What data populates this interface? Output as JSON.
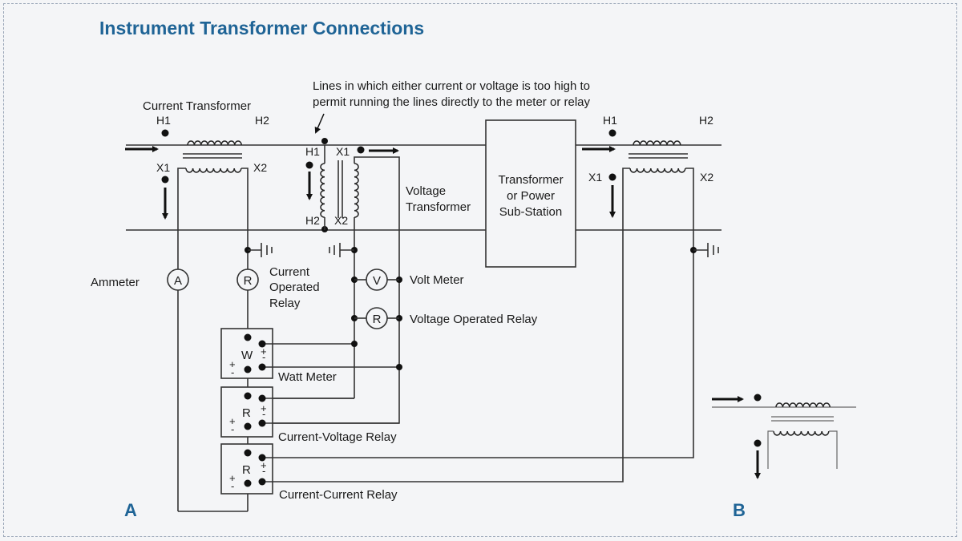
{
  "title": "Instrument Transformer Connections",
  "labels": {
    "note_line1": "Lines in which either current or voltage is too high to",
    "note_line2": "permit running the lines directly to the meter or relay",
    "current_transformer": "Current Transformer",
    "h1": "H1",
    "h2": "H2",
    "x1": "X1",
    "x2": "X2",
    "voltage_transformer_1": "Voltage",
    "voltage_transformer_2": "Transformer",
    "substation_1": "Transformer",
    "substation_2": "or Power",
    "substation_3": "Sub-Station",
    "ammeter": "Ammeter",
    "ammeter_symbol": "A",
    "relay_symbol": "R",
    "volt_symbol": "V",
    "watt_symbol": "W",
    "current_relay_1": "Current",
    "current_relay_2": "Operated",
    "current_relay_3": "Relay",
    "volt_meter": "Volt Meter",
    "voltage_relay": "Voltage Operated Relay",
    "watt_meter": "Watt Meter",
    "cv_relay": "Current-Voltage Relay",
    "cc_relay": "Current-Current Relay",
    "plus": "+",
    "minus": "-",
    "panel_a": "A",
    "panel_b": "B"
  }
}
